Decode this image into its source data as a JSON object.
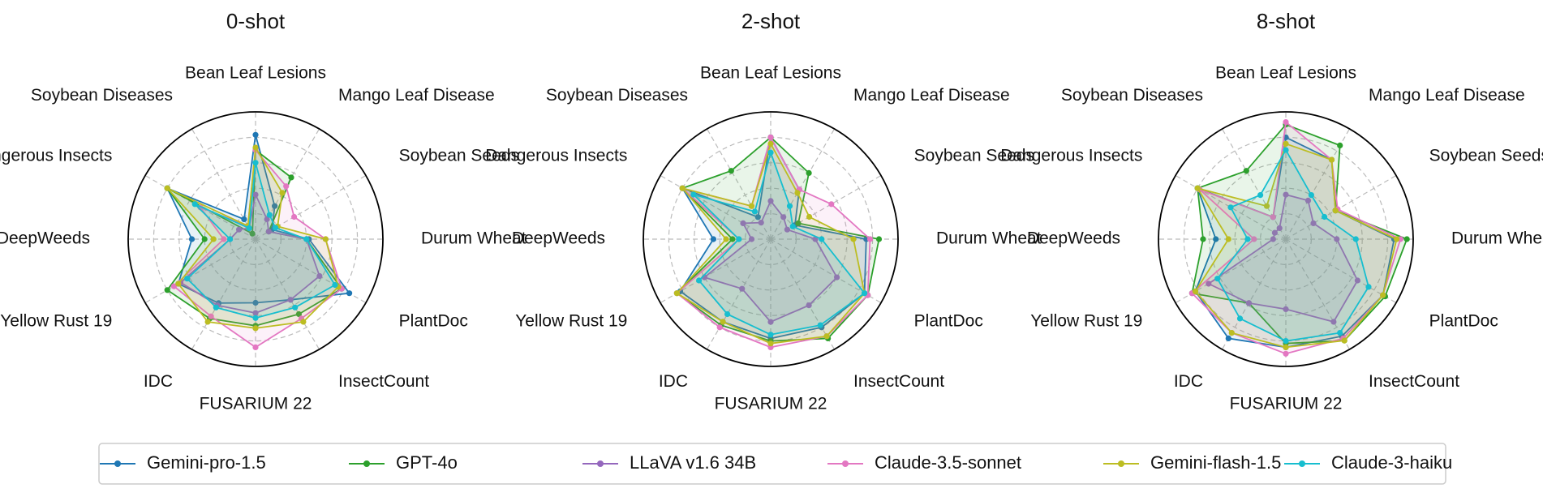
{
  "figure": {
    "colors": {
      "Gemini-pro-1.5": "#1f77b4",
      "GPT-4o": "#2ca02c",
      "LLaVA v1.6 34B": "#9467bd",
      "Claude-3.5-sonnet": "#e377c2",
      "Gemini-flash-1.5": "#bcbd22",
      "Claude-3-haiku": "#17becf"
    },
    "legend": [
      "Gemini-pro-1.5",
      "GPT-4o",
      "LLaVA v1.6 34B",
      "Claude-3.5-sonnet",
      "Gemini-flash-1.5",
      "Claude-3-haiku"
    ]
  },
  "chart_data": [
    {
      "type": "radar",
      "title": "0-shot",
      "categories": [
        "Bean Leaf Lesions",
        "Mango Leaf Disease",
        "Soybean Seeds",
        "Durum Wheat",
        "PlantDoc",
        "InsectCount",
        "FUSARIUM 22",
        "IDC",
        "Yellow Rust 19",
        "DeepWeeds",
        "Dangerous Insects",
        "Soybean Diseases"
      ],
      "rlim": [
        0,
        1
      ],
      "grid": true,
      "series": [
        {
          "name": "Gemini-pro-1.5",
          "values": [
            0.82,
            0.3,
            0.15,
            0.42,
            0.85,
            0.55,
            0.5,
            0.58,
            0.7,
            0.5,
            0.8,
            0.18
          ]
        },
        {
          "name": "GPT-4o",
          "values": [
            0.7,
            0.56,
            0.12,
            0.4,
            0.78,
            0.68,
            0.68,
            0.72,
            0.8,
            0.4,
            0.8,
            0.05
          ]
        },
        {
          "name": "LLaVA v1.6 34B",
          "values": [
            0.35,
            0.18,
            0.12,
            0.4,
            0.58,
            0.55,
            0.58,
            0.6,
            0.68,
            0.2,
            0.15,
            0.1
          ]
        },
        {
          "name": "Claude-3.5-sonnet",
          "values": [
            0.7,
            0.48,
            0.35,
            0.55,
            0.78,
            0.72,
            0.85,
            0.7,
            0.74,
            0.25,
            0.5,
            0.12
          ]
        },
        {
          "name": "Gemini-flash-1.5",
          "values": [
            0.72,
            0.42,
            0.2,
            0.55,
            0.75,
            0.75,
            0.7,
            0.75,
            0.7,
            0.33,
            0.8,
            0.12
          ]
        },
        {
          "name": "Claude-3-haiku",
          "values": [
            0.6,
            0.22,
            0.18,
            0.4,
            0.72,
            0.62,
            0.62,
            0.62,
            0.62,
            0.2,
            0.55,
            0.1
          ]
        }
      ]
    },
    {
      "type": "radar",
      "title": "2-shot",
      "categories": [
        "Bean Leaf Lesions",
        "Mango Leaf Disease",
        "Soybean Seeds",
        "Durum Wheat",
        "PlantDoc",
        "InsectCount",
        "FUSARIUM 22",
        "IDC",
        "Yellow Rust 19",
        "DeepWeeds",
        "Dangerous Insects",
        "Soybean Diseases"
      ],
      "rlim": [
        0,
        1
      ],
      "grid": true,
      "series": [
        {
          "name": "Gemini-pro-1.5",
          "values": [
            0.8,
            0.45,
            0.22,
            0.75,
            0.85,
            0.8,
            0.78,
            0.75,
            0.82,
            0.45,
            0.8,
            0.2
          ]
        },
        {
          "name": "GPT-4o",
          "values": [
            0.8,
            0.6,
            0.25,
            0.85,
            0.88,
            0.9,
            0.8,
            0.78,
            0.85,
            0.3,
            0.8,
            0.62
          ]
        },
        {
          "name": "LLaVA v1.6 34B",
          "values": [
            0.3,
            0.2,
            0.15,
            0.35,
            0.6,
            0.6,
            0.65,
            0.45,
            0.6,
            0.15,
            0.25,
            0.15
          ]
        },
        {
          "name": "Claude-3.5-sonnet",
          "values": [
            0.8,
            0.45,
            0.55,
            0.78,
            0.88,
            0.88,
            0.85,
            0.8,
            0.85,
            0.25,
            0.8,
            0.3
          ]
        },
        {
          "name": "Gemini-flash-1.5",
          "values": [
            0.75,
            0.42,
            0.35,
            0.65,
            0.85,
            0.88,
            0.82,
            0.75,
            0.85,
            0.35,
            0.8,
            0.3
          ]
        },
        {
          "name": "Claude-3-haiku",
          "values": [
            0.68,
            0.3,
            0.2,
            0.4,
            0.85,
            0.78,
            0.75,
            0.68,
            0.65,
            0.25,
            0.7,
            0.25
          ]
        }
      ]
    },
    {
      "type": "radar",
      "title": "8-shot",
      "categories": [
        "Bean Leaf Lesions",
        "Mango Leaf Disease",
        "Soybean Seeds",
        "Durum Wheat",
        "PlantDoc",
        "InsectCount",
        "FUSARIUM 22",
        "IDC",
        "Yellow Rust 19",
        "DeepWeeds",
        "Dangerous Insects",
        "Soybean Diseases"
      ],
      "rlim": [
        0,
        1
      ],
      "grid": true,
      "series": [
        {
          "name": "Gemini-pro-1.5",
          "values": [
            0.8,
            0.72,
            0.45,
            0.85,
            0.88,
            0.88,
            0.85,
            0.9,
            0.82,
            0.55,
            0.8,
            0.2
          ]
        },
        {
          "name": "GPT-4o",
          "values": [
            0.9,
            0.85,
            0.45,
            0.95,
            0.9,
            0.92,
            0.82,
            0.58,
            0.85,
            0.65,
            0.8,
            0.62
          ]
        },
        {
          "name": "LLaVA v1.6 34B",
          "values": [
            0.35,
            0.35,
            0.25,
            0.4,
            0.65,
            0.75,
            0.55,
            0.58,
            0.7,
            0.1,
            0.1,
            0.1
          ]
        },
        {
          "name": "Claude-3.5-sonnet",
          "values": [
            0.92,
            0.72,
            0.47,
            0.9,
            0.88,
            0.9,
            0.9,
            0.85,
            0.85,
            0.25,
            0.78,
            0.2
          ]
        },
        {
          "name": "Gemini-flash-1.5",
          "values": [
            0.75,
            0.72,
            0.45,
            0.87,
            0.88,
            0.92,
            0.85,
            0.85,
            0.82,
            0.45,
            0.8,
            0.3
          ]
        },
        {
          "name": "Claude-3-haiku",
          "values": [
            0.7,
            0.4,
            0.35,
            0.55,
            0.75,
            0.85,
            0.8,
            0.72,
            0.62,
            0.3,
            0.5,
            0.4
          ]
        }
      ]
    }
  ]
}
